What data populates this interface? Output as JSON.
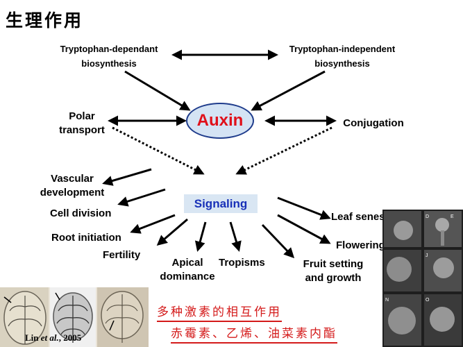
{
  "title": "生理作用",
  "nodes": {
    "trp_dependent_line1": "Tryptophan-dependant",
    "trp_dependent_line2": "biosynthesis",
    "trp_independent_line1": "Tryptophan-independent",
    "trp_independent_line2": "biosynthesis",
    "auxin": "Auxin",
    "polar_transport_line1": "Polar",
    "polar_transport_line2": "transport",
    "conjugation": "Conjugation",
    "signaling": "Signaling",
    "vascular_line1": "Vascular",
    "vascular_line2": "development",
    "cell_division": "Cell division",
    "root_initiation": "Root initiation",
    "fertility": "Fertility",
    "apical_line1": "Apical",
    "apical_line2": "dominance",
    "tropisms": "Tropisms",
    "fruit_line1": "Fruit setting",
    "fruit_line2": "and growth",
    "leaf_senescence": "Leaf senescence",
    "flowering": "Flowering"
  },
  "annotations": {
    "hormone_interaction": "多种激素的相互作用",
    "hormone_list": "赤霉素、乙烯、油菜素内酯"
  },
  "citation": {
    "author": "Lin",
    "etal": "et al.",
    "year": ", 2005"
  },
  "colors": {
    "auxin_text": "#e0101a",
    "signaling_text": "#1830b8",
    "node_fill": "#d4e3f4",
    "annotation_text": "#d41a1a"
  }
}
